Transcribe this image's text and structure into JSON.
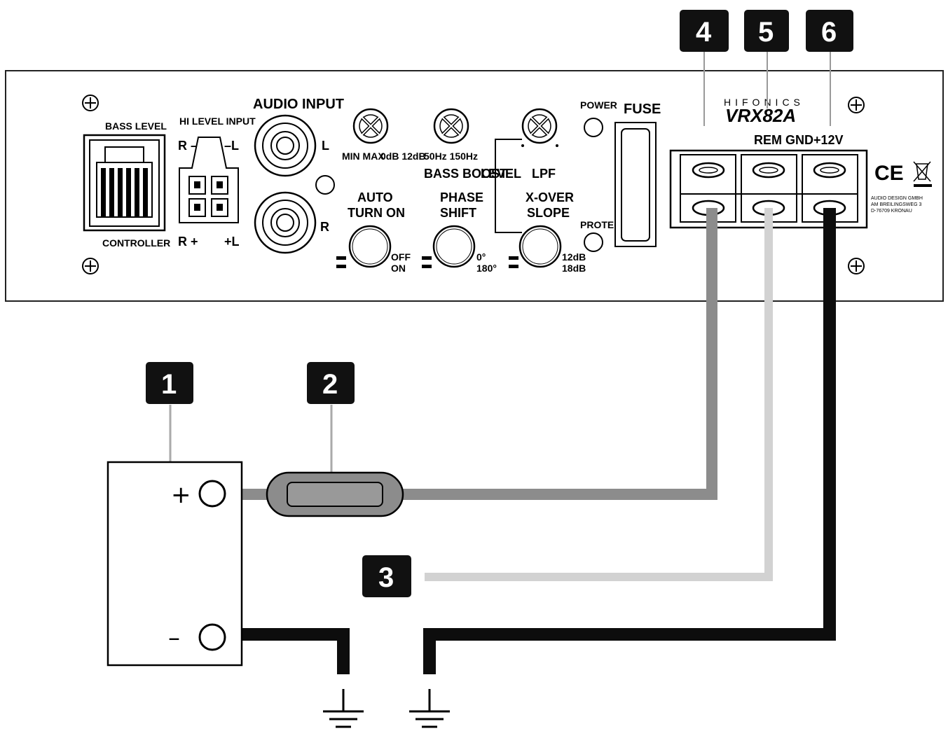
{
  "panel": {
    "brand": "HIFONICS",
    "model": "VRX82A",
    "bass_level": "BASS LEVEL",
    "controller": "CONTROLLER",
    "hi_level_input": "HI LEVEL INPUT",
    "hi_r_minus": "R –",
    "hi_l_minus": "–L",
    "hi_r_plus": "R +",
    "hi_l_plus": "+L",
    "audio_input": "AUDIO INPUT",
    "audio_l": "L",
    "audio_r": "R",
    "knob1_scale": "MIN MAX",
    "knob2_scale": "0dB 12dB",
    "knob3_scale": "50Hz 150Hz",
    "bass_boost": "BASS BOOST",
    "level": "LEVEL",
    "lpf": "LPF",
    "auto_turn_on_1": "AUTO",
    "auto_turn_on_2": "TURN ON",
    "auto_off": "OFF",
    "auto_on": "ON",
    "phase_shift_1": "PHASE",
    "phase_shift_2": "SHIFT",
    "phase_0": "0°",
    "phase_180": "180°",
    "xover_1": "X-OVER",
    "xover_2": "SLOPE",
    "slope_12": "12dB",
    "slope_18": "18dB",
    "power": "POWER",
    "protect": "PROTECT",
    "fuse": "FUSE",
    "terminal_labels": "REM GND+12V",
    "ce_mark": "CE",
    "address_1": "AUDIO DESIGN GMBH",
    "address_2": "AM BREILINGSWEG 3",
    "address_3": "D-76709 KRONAU"
  },
  "battery": {
    "plus": "+",
    "minus": "–"
  },
  "callouts": {
    "c1": "1",
    "c2": "2",
    "c3": "3",
    "c4": "4",
    "c5": "5",
    "c6": "6"
  },
  "colors": {
    "wire_power": "#8c8c8c",
    "wire_remote": "#d2d2d2",
    "wire_ground": "#0d0d0d",
    "badge": "#111111"
  }
}
